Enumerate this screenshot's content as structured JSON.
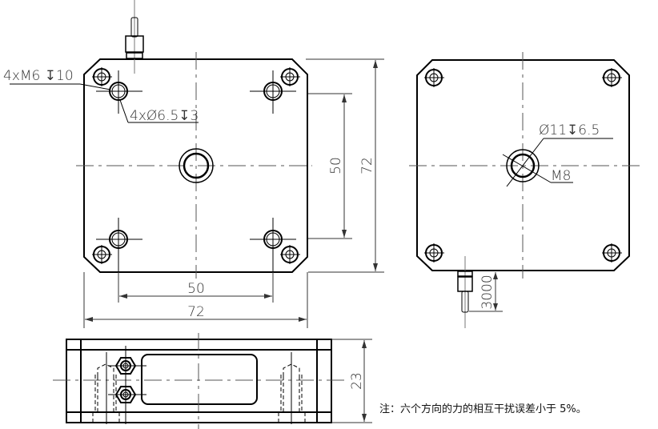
{
  "drawing": {
    "top_view": {
      "callout_tapped_holes": "4xM6 ↧10",
      "callout_counterbore": "4xØ6.5↧3",
      "dim_hole_spacing_vertical": "50",
      "dim_overall_vertical": "72",
      "dim_hole_spacing_horizontal": "50",
      "dim_overall_horizontal": "72"
    },
    "bottom_view": {
      "callout_center_bore": "Ø11↧6.5",
      "callout_center_thread": "M8",
      "dim_cable_length": "3000"
    },
    "side_view": {
      "dim_height": "23"
    },
    "note": "注：六个方向的力的相互干扰误差小于 5%。"
  }
}
